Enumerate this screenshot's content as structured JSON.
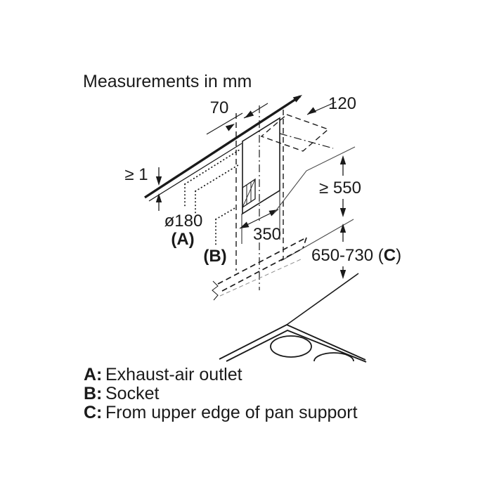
{
  "title": "Measurements in mm",
  "dims": {
    "top_depth": "70",
    "top_offset": "120",
    "ceiling_gap": "≥ 1",
    "outlet_diameter": "ø180",
    "outlet_key": "(A)",
    "socket_key": "(B)",
    "duct_width": "350",
    "min_distance": "≥ 550",
    "mount_range_prefix": "650-730 (",
    "mount_range_letter": "C",
    "mount_range_suffix": ")"
  },
  "legend": [
    {
      "key": "A:",
      "text": "Exhaust-air outlet"
    },
    {
      "key": "B:",
      "text": "Socket"
    },
    {
      "key": "C:",
      "text": "From upper edge of pan support"
    }
  ],
  "colors": {
    "ink": "#1a1a1a",
    "background": "#ffffff"
  }
}
